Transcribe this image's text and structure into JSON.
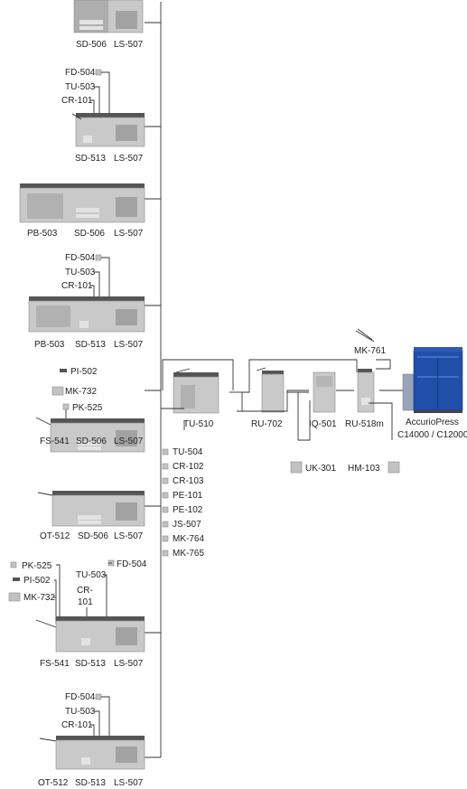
{
  "colors": {
    "line": "#333333",
    "device_gray": "#c9c9c9",
    "press_blue": "#1f4fa8"
  },
  "columns": [
    {
      "labels": [
        "SD-506",
        "LS-507"
      ]
    },
    {
      "labels": [
        "FD-504",
        "TU-503",
        "CR-101",
        "SD-513",
        "LS-507"
      ]
    },
    {
      "labels": [
        "PB-503",
        "SD-506",
        "LS-507"
      ]
    },
    {
      "labels": [
        "FD-504",
        "TU-503",
        "CR-101",
        "PB-503",
        "SD-513",
        "LS-507"
      ]
    },
    {
      "labels": [
        "PI-502",
        "MK-732",
        "PK-525",
        "FS-541",
        "SD-506",
        "LS-507"
      ]
    },
    {
      "labels": [
        "OT-512",
        "SD-506",
        "LS-507"
      ]
    },
    {
      "labels": [
        "PK-525",
        "PI-502",
        "MK-732",
        "TU-503",
        "FD-504",
        "CR-",
        "101",
        "FS-541",
        "SD-513",
        "LS-507"
      ]
    },
    {
      "labels": [
        "FD-504",
        "TU-503",
        "CR-101",
        "OT-512",
        "SD-513",
        "LS-507"
      ]
    }
  ],
  "chain": {
    "tu510": "TU-510",
    "ru702": "RU-702",
    "iq501": "IQ-501",
    "ru518m": "RU-518m",
    "mk761": "MK-761",
    "uk301": "UK-301",
    "hm103": "HM-103",
    "press_line1": "AccurioPress",
    "press_line2": "C14000 / C12000"
  },
  "options": [
    "TU-504",
    "CR-102",
    "CR-103",
    "PE-101",
    "PE-102",
    "JS-507",
    "MK-764",
    "MK-765"
  ]
}
